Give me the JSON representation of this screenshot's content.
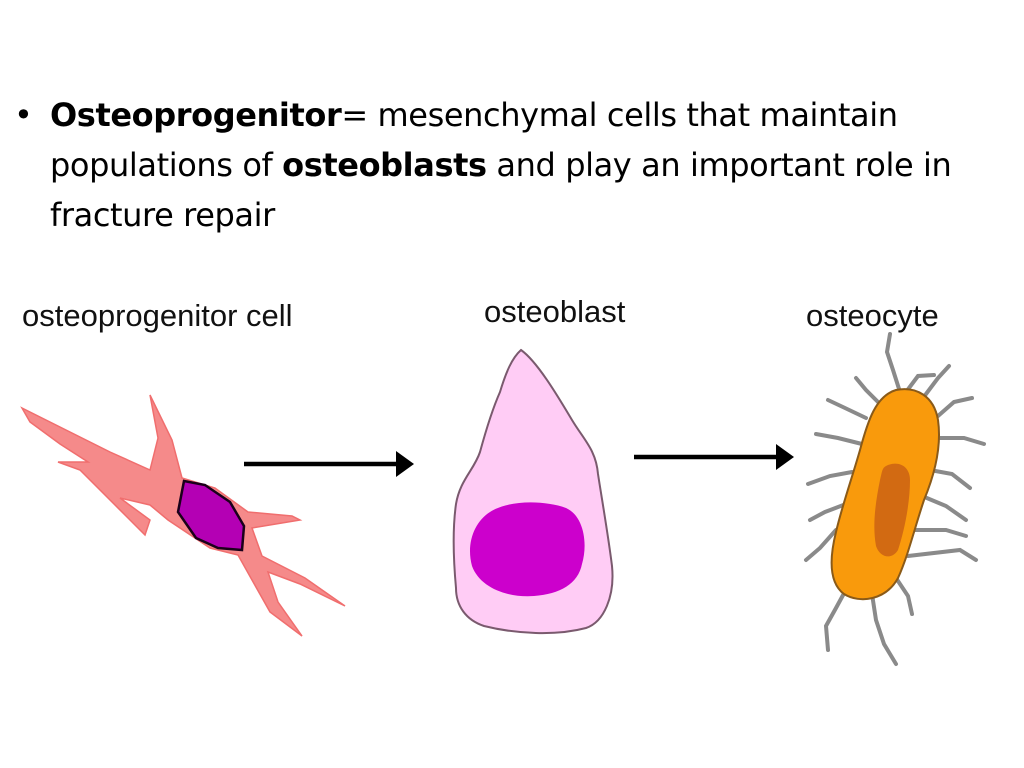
{
  "bullet": {
    "term": "Osteoprogenitor",
    "equals": "=",
    "text_before": " mesenchymal cells that maintain populations of ",
    "highlight": "osteoblasts",
    "text_after": " and play an important role in fracture repair"
  },
  "diagram": {
    "labels": {
      "osteoprogenitor": "osteoprogenitor cell",
      "osteoblast": "osteoblast",
      "osteocyte": "osteocyte"
    },
    "colors": {
      "osteoprogenitor_body": "#f58a8a",
      "osteoprogenitor_nucleus": "#b400b4",
      "osteoblast_body": "#ffccf5",
      "osteoblast_nucleus": "#cc00cc",
      "osteocyte_body": "#f99a0c",
      "osteocyte_nucleus": "#d26a12",
      "arrow": "#000000"
    }
  }
}
